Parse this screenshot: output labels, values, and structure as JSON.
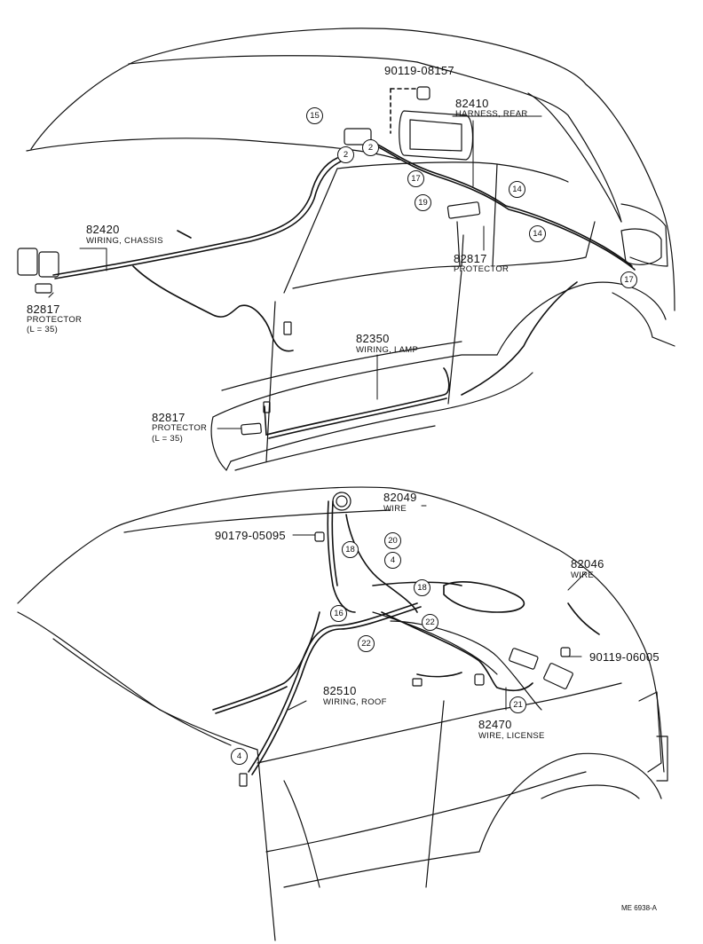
{
  "diagram": {
    "upper": {
      "parts": [
        {
          "id": "p-90119-08157",
          "number": "90119-08157",
          "name": ""
        },
        {
          "id": "p-82410",
          "number": "82410",
          "name": "HARNESS, REAR"
        },
        {
          "id": "p-82420",
          "number": "82420",
          "name": "WIRING, CHASSIS"
        },
        {
          "id": "p-82817-a",
          "number": "82817",
          "name": "PROTECTOR",
          "note": "(L = 35)"
        },
        {
          "id": "p-82817-b",
          "number": "82817",
          "name": "PROTECTOR"
        },
        {
          "id": "p-82350",
          "number": "82350",
          "name": "WIRING, LAMP"
        },
        {
          "id": "p-82817-c",
          "number": "82817",
          "name": "PROTECTOR",
          "note": "(L = 35)"
        }
      ],
      "callouts": [
        "15",
        "2",
        "2",
        "17",
        "19",
        "14",
        "14",
        "17"
      ]
    },
    "lower": {
      "parts": [
        {
          "id": "p-82049",
          "number": "82049",
          "name": "WIRE"
        },
        {
          "id": "p-90179-05095",
          "number": "90179-05095",
          "name": ""
        },
        {
          "id": "p-82046",
          "number": "82046",
          "name": "WIRE"
        },
        {
          "id": "p-90119-06005",
          "number": "90119-06005",
          "name": ""
        },
        {
          "id": "p-82510",
          "number": "82510",
          "name": "WIRING, ROOF"
        },
        {
          "id": "p-82470",
          "number": "82470",
          "name": "WIRE, LICENSE"
        }
      ],
      "callouts": [
        "18",
        "20",
        "4",
        "18",
        "16",
        "22",
        "22",
        "21",
        "4"
      ]
    },
    "drawing_code": "ME  6938-A"
  }
}
